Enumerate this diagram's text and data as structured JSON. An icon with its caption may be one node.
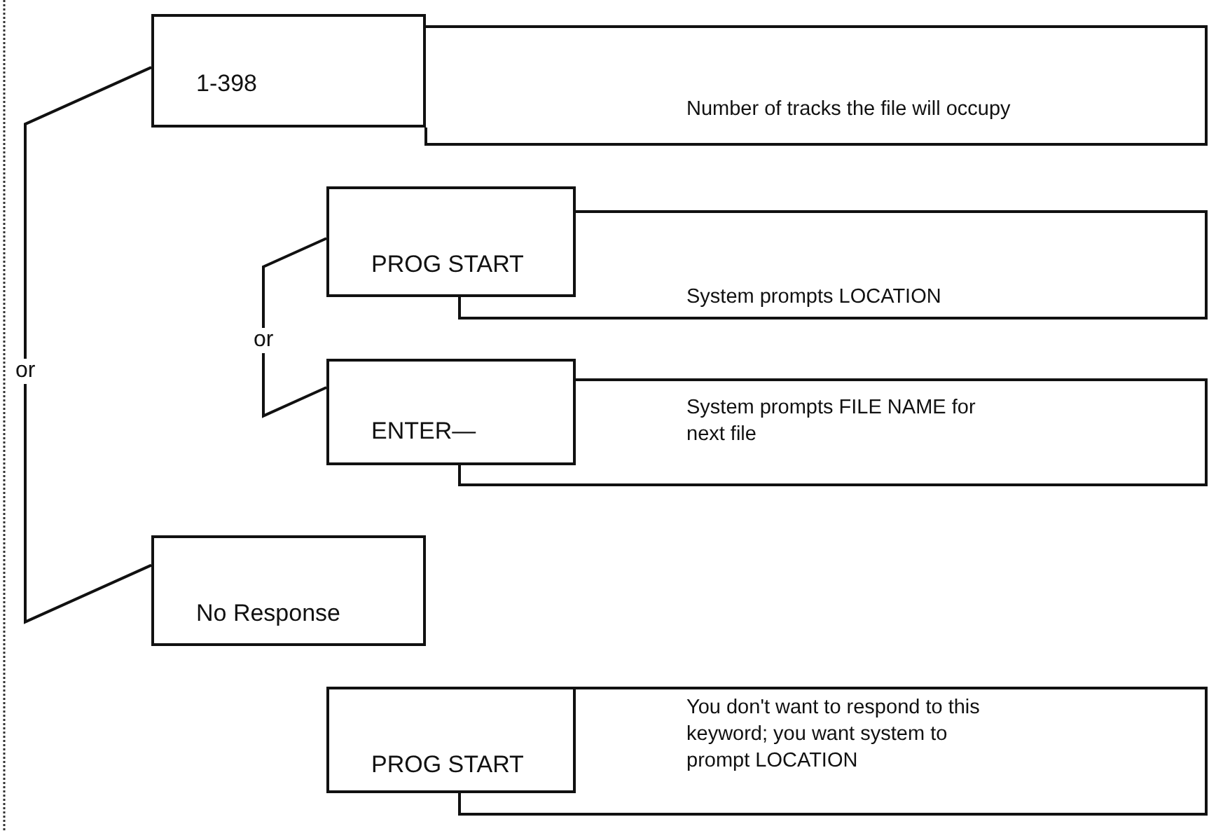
{
  "diagram": {
    "nodes": [
      {
        "text": [
          "1-398"
        ]
      },
      {
        "text": [
          "Number of tracks the file will occupy"
        ]
      },
      {
        "text": [
          "PROG START"
        ]
      },
      {
        "text": [
          "System prompts LOCATION"
        ]
      },
      {
        "text": [
          "ENTER—"
        ]
      },
      {
        "text": [
          "System prompts FILE NAME for next file"
        ]
      },
      {
        "text": [
          "No Response"
        ]
      },
      {
        "text": [
          "PROG START"
        ]
      },
      {
        "text": [
          "You don't want to respond to this keyword; you want system to prompt LOCATION"
        ]
      }
    ],
    "edges": [
      {
        "from": 0,
        "to": 6,
        "arrow": "none",
        "label": "or"
      },
      {
        "from": 2,
        "to": 4,
        "arrow": "none",
        "label": "or"
      }
    ]
  }
}
